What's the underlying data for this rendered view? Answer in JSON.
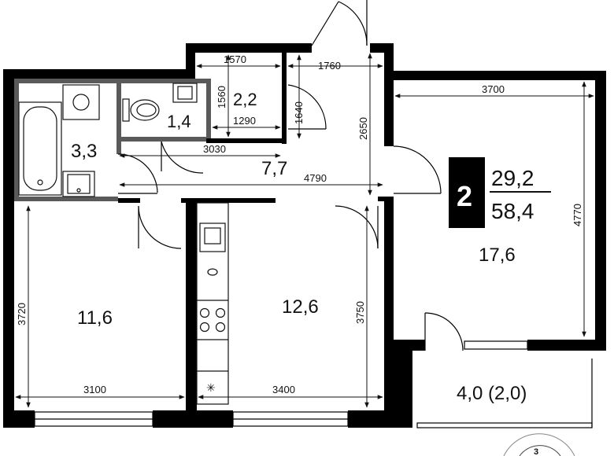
{
  "summary": {
    "rooms_count": "2",
    "living_area": "29,2",
    "total_area": "58,4"
  },
  "rooms": {
    "bathroom": "3,3",
    "toilet": "1,4",
    "small_hall": "2,2",
    "hall": "7,7",
    "bedroom_left": "11,6",
    "kitchen": "12,6",
    "living_room": "17,6",
    "balcony": "4,0 (2,0)"
  },
  "dimensions": {
    "d1570": "1570",
    "d1760": "1760",
    "d1560": "1560",
    "d1640": "1640",
    "d1290": "1290",
    "d2650": "2650",
    "d3030": "3030",
    "d4790": "4790",
    "d3700": "3700",
    "d4770": "4770",
    "d3720": "3720",
    "d3750": "3750",
    "d3100": "3100",
    "d3400": "3400"
  },
  "compass_number": "3",
  "colors": {
    "wall": "#000000",
    "wet_area_wall": "#5a5a5a",
    "legend_bg": "#000000",
    "legend_text": "#ffffff"
  }
}
